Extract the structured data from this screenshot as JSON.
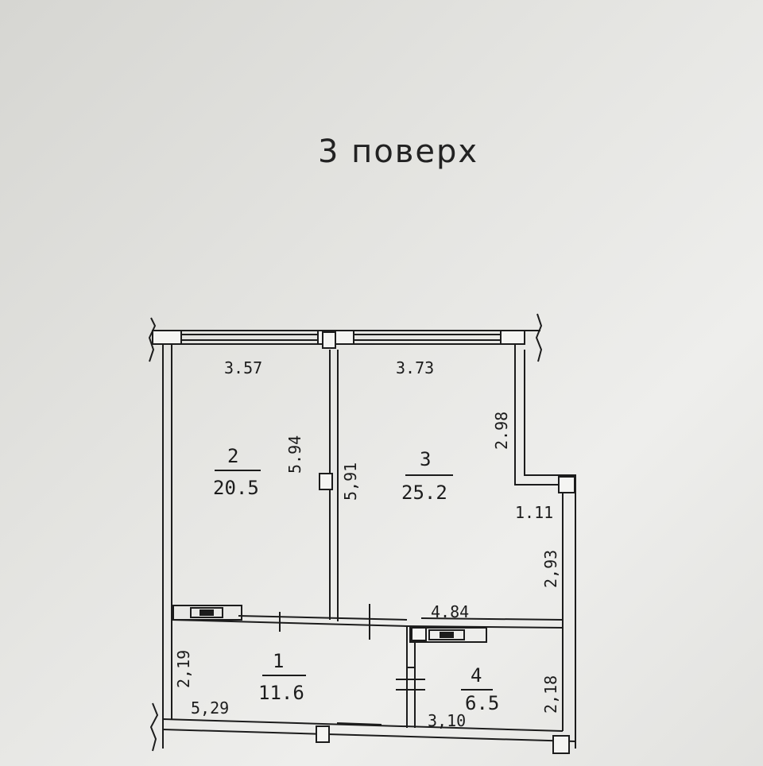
{
  "floor_title": "3 поверх",
  "rooms": [
    {
      "number": "1",
      "area": "11.6"
    },
    {
      "number": "2",
      "area": "20.5"
    },
    {
      "number": "3",
      "area": "25.2"
    },
    {
      "number": "4",
      "area": "6.5"
    }
  ],
  "dimensions": {
    "room2_width": "3.57",
    "room2_depth": "5.94",
    "room3_width": "3.73",
    "room3_depth": "5,91",
    "room3_upper_side": "2.98",
    "room3_step": "1.11",
    "room3_lower_side": "2,93",
    "corridor_length": "4.84",
    "room1_width": "5,29",
    "room1_depth": "2,19",
    "room4_width": "3,10",
    "room4_depth": "2,18"
  },
  "colors": {
    "ink": "#1c1c1c",
    "paper": "#e6e6e3"
  }
}
